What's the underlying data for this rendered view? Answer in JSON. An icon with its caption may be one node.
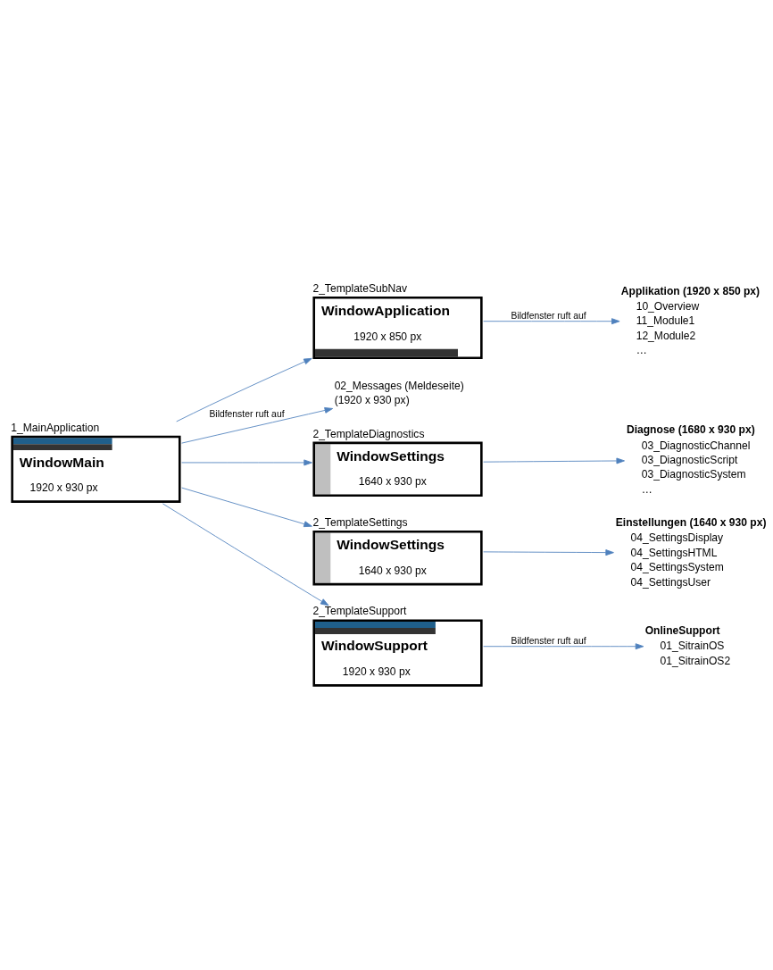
{
  "diagram": {
    "nodes": [
      {
        "text": [
          "WindowMain",
          "1920 x 930 px"
        ],
        "beside": [
          "1_MainApplication"
        ]
      },
      {
        "text": [
          "WindowApplication",
          "1920 x 850 px"
        ],
        "beside": [
          "2_TemplateSubNav"
        ]
      },
      {
        "text": [
          "02_Messages (Meldeseite)",
          "(1920 x 930 px)"
        ]
      },
      {
        "text": [
          "WindowSettings",
          "1640 x 930 px"
        ],
        "beside": [
          "2_TemplateDiagnostics"
        ]
      },
      {
        "text": [
          "WindowSettings",
          "1640 x 930 px"
        ],
        "beside": [
          "2_TemplateSettings"
        ]
      },
      {
        "text": [
          "WindowSupport",
          "1920 x 930 px"
        ],
        "beside": [
          "2_TemplateSupport"
        ]
      },
      {
        "text": [
          "Applikation (1920 x 850 px)",
          "10_Overview",
          "11_Module1",
          "12_Module2",
          "…"
        ]
      },
      {
        "text": [
          "Diagnose (1680 x 930 px)",
          "03_DiagnosticChannel",
          "03_DiagnosticScript",
          "03_DiagnosticSystem",
          "…"
        ]
      },
      {
        "text": [
          "Einstellungen (1640 x 930 px)",
          "04_SettingsDisplay",
          "04_SettingsHTML",
          "04_SettingsSystem",
          "04_SettingsUser"
        ]
      },
      {
        "text": [
          "OnlineSupport",
          "01_SitrainOS",
          "01_SitrainOS2"
        ]
      }
    ],
    "edges": [
      {
        "from": 0,
        "to": 1,
        "arrow": "to"
      },
      {
        "from": 0,
        "to": 2,
        "arrow": "to",
        "label": "Bildfenster ruft auf"
      },
      {
        "from": 0,
        "to": 3,
        "arrow": "to"
      },
      {
        "from": 0,
        "to": 4,
        "arrow": "to"
      },
      {
        "from": 0,
        "to": 5,
        "arrow": "to"
      },
      {
        "from": 1,
        "to": 6,
        "arrow": "to",
        "label": "Bildfenster ruft auf"
      },
      {
        "from": 3,
        "to": 7,
        "arrow": "to"
      },
      {
        "from": 4,
        "to": 8,
        "arrow": "to"
      },
      {
        "from": 5,
        "to": 9,
        "arrow": "to",
        "label": "Bildfenster ruft auf"
      }
    ]
  }
}
